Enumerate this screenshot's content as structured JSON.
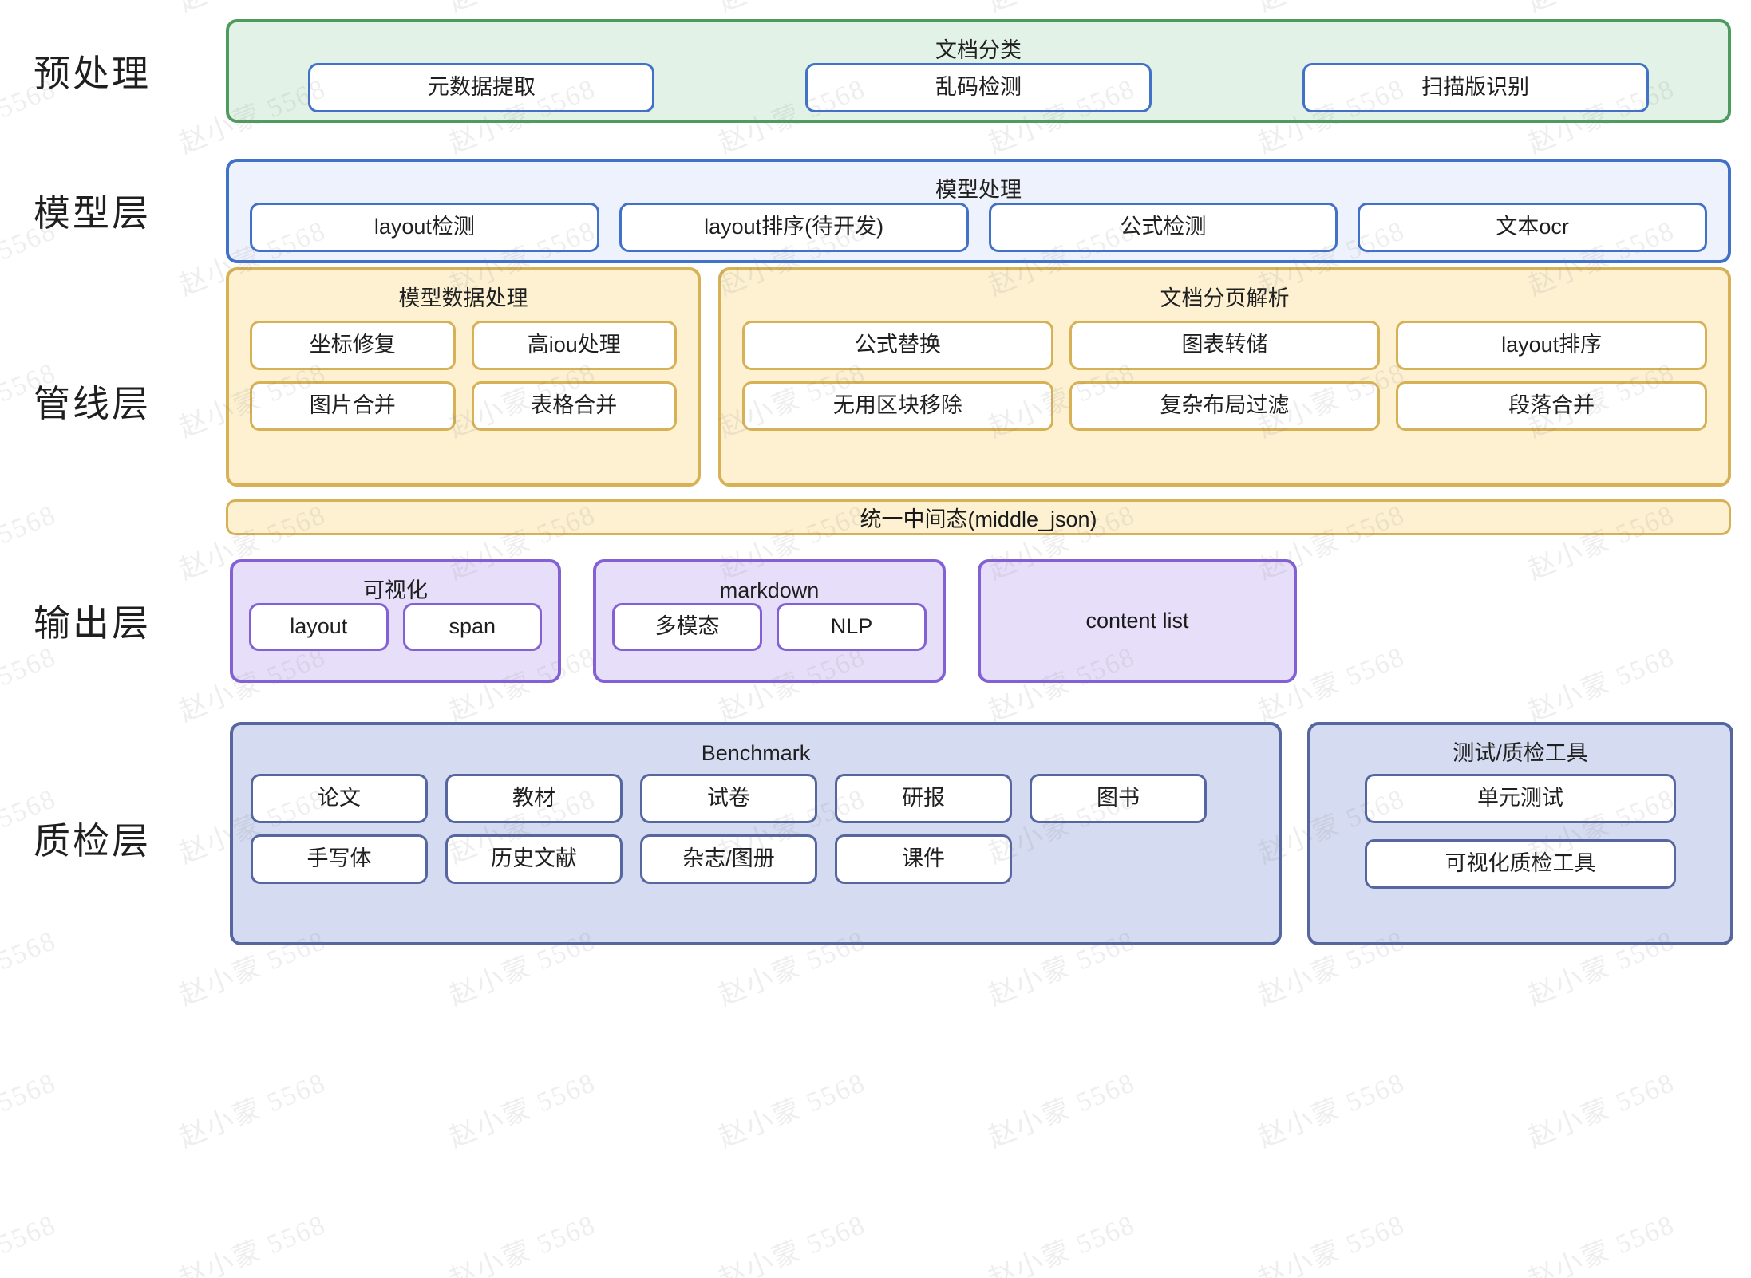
{
  "watermark": {
    "text": "赵小蒙 5568"
  },
  "layers": [
    {
      "id": "preprocess",
      "label": "预处理",
      "groups": [
        {
          "title": "文档分类",
          "items": [
            "元数据提取",
            "乱码检测",
            "扫描版识别"
          ]
        }
      ]
    },
    {
      "id": "model",
      "label": "模型层",
      "groups": [
        {
          "title": "模型处理",
          "items": [
            "layout检测",
            "layout排序(待开发)",
            "公式检测",
            "文本ocr"
          ]
        }
      ]
    },
    {
      "id": "pipeline",
      "label": "管线层",
      "groups": [
        {
          "title": "模型数据处理",
          "items": [
            "坐标修复",
            "高iou处理",
            "图片合并",
            "表格合并"
          ]
        },
        {
          "title": "文档分页解析",
          "items": [
            "公式替换",
            "图表转储",
            "layout排序",
            "无用区块移除",
            "复杂布局过滤",
            "段落合并"
          ]
        }
      ],
      "bar": "统一中间态(middle_json)"
    },
    {
      "id": "output",
      "label": "输出层",
      "groups": [
        {
          "title": "可视化",
          "items": [
            "layout",
            "span"
          ]
        },
        {
          "title": "markdown",
          "items": [
            "多模态",
            "NLP"
          ]
        },
        {
          "title": "content list",
          "items": []
        }
      ]
    },
    {
      "id": "qc",
      "label": "质检层",
      "groups": [
        {
          "title": "Benchmark",
          "row1": [
            "论文",
            "教材",
            "试卷",
            "研报",
            "图书"
          ],
          "row2": [
            "手写体",
            "历史文献",
            "杂志/图册",
            "课件"
          ]
        },
        {
          "title": "测试/质检工具",
          "items": [
            "单元测试",
            "可视化质检工具"
          ]
        }
      ]
    }
  ],
  "colors": {
    "green_border": "#4d9c5e",
    "green_fill": "#e2f2e6",
    "blue_border": "#4272c8",
    "blue_fill": "#eef2fc",
    "yellow_border": "#d6b156",
    "yellow_fill": "#fdf1d2",
    "purple_border": "#8361d4",
    "purple_fill": "#e7dffa",
    "slate_border": "#56669f",
    "slate_fill": "#d5dbf0"
  }
}
